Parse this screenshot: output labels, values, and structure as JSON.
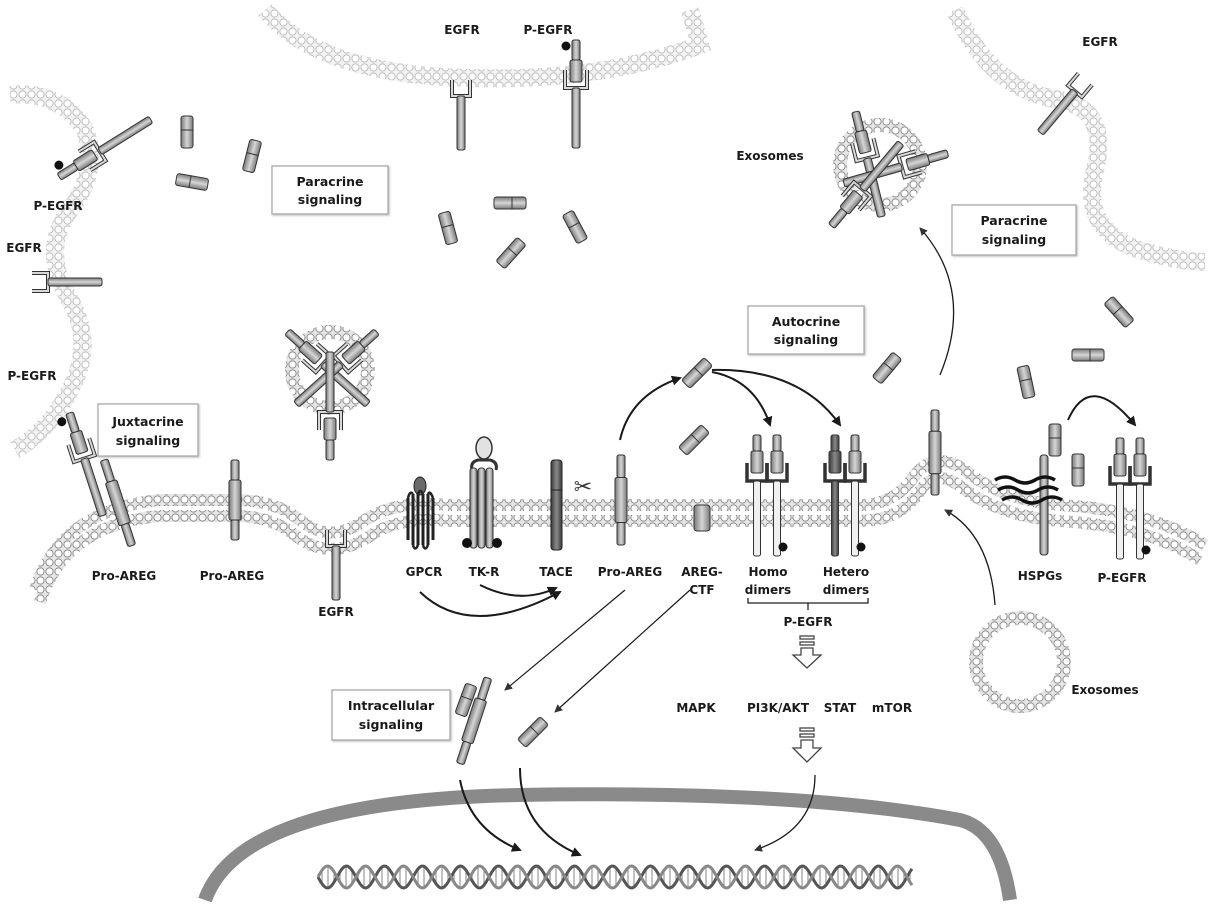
{
  "labels": {
    "egfr_top": "EGFR",
    "pegfr_top": "P-EGFR",
    "egfr_top_right": "EGFR",
    "pegfr_left_upper": "P-EGFR",
    "egfr_left": "EGFR",
    "pegfr_left_lower": "P-EGFR",
    "exosomes_top": "Exosomes",
    "exosomes_bottom": "Exosomes",
    "pro_areg_1": "Pro-AREG",
    "pro_areg_2": "Pro-AREG",
    "pro_areg_3": "Pro-AREG",
    "egfr_membrane": "EGFR",
    "gpcr": "GPCR",
    "tkr": "TK-R",
    "tace": "TACE",
    "areg_ctf_1": "AREG-",
    "areg_ctf_2": "CTF",
    "homo_1": "Homo",
    "homo_2": "dimers",
    "hetero_1": "Hetero",
    "hetero_2": "dimers",
    "pegfr_dimers": "P-EGFR",
    "hspgs": "HSPGs",
    "pegfr_right": "P-EGFR"
  },
  "pathways": [
    "MAPK",
    "PI3K/AKT",
    "STAT",
    "mTOR"
  ],
  "boxes": {
    "paracrine_left": [
      "Paracrine",
      "signaling"
    ],
    "paracrine_right": [
      "Paracrine",
      "signaling"
    ],
    "autocrine": [
      "Autocrine",
      "signaling"
    ],
    "juxtacrine": [
      "Juxtacrine",
      "signaling"
    ],
    "intracellular": [
      "Intracellular",
      "signaling"
    ]
  },
  "colors": {
    "membrane": "#c8c8c8",
    "receptor": "#b8b8b8",
    "receptor_dark": "#555555",
    "nucleus": "#8a8a8a",
    "text": "#1a1a1a"
  }
}
